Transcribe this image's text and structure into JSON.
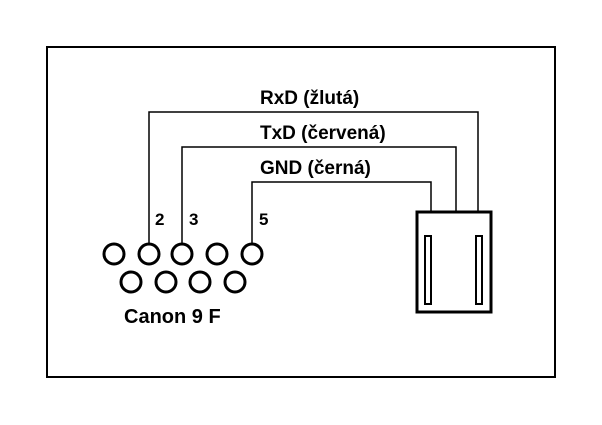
{
  "wires": {
    "rxd": "RxD (žlutá)",
    "txd": "TxD (červená)",
    "gnd": "GND (černá)"
  },
  "pins": {
    "p2": "2",
    "p3": "3",
    "p5": "5"
  },
  "connector": {
    "label": "Canon 9 F"
  },
  "colors": {
    "line": "#000000",
    "background": "#ffffff"
  }
}
